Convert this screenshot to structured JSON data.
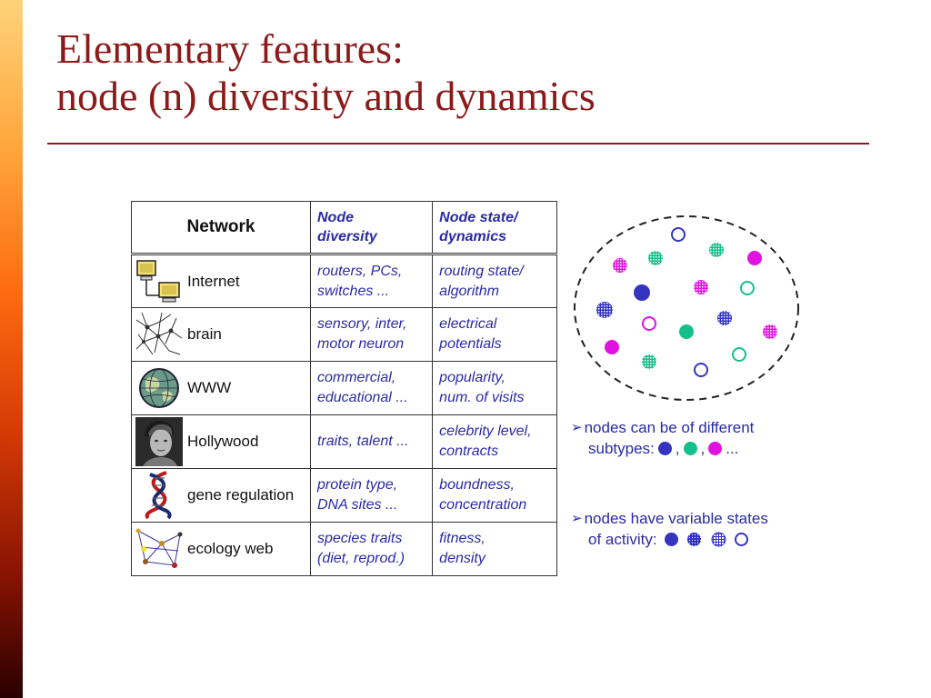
{
  "slide": {
    "title_line1": "Elementary features:",
    "title_line2": "node (n) diversity and dynamics"
  },
  "table": {
    "headers": {
      "network": "Network",
      "diversity_line1": "Node",
      "diversity_line2": "diversity",
      "dynamics_line1": "Node state/",
      "dynamics_line2": "dynamics"
    },
    "rows": [
      {
        "network": "Internet",
        "icon": "computers-icon",
        "div1": "routers, PCs,",
        "div2": "switches ...",
        "dyn1": "routing state/",
        "dyn2": "algorithm"
      },
      {
        "network": "brain",
        "icon": "neurons-icon",
        "div1": "sensory, inter,",
        "div2": "motor neuron",
        "dyn1": "electrical",
        "dyn2": "potentials"
      },
      {
        "network": "WWW",
        "icon": "globe-icon",
        "div1": "commercial,",
        "div2": "educational ...",
        "dyn1": "popularity,",
        "dyn2": "num. of visits"
      },
      {
        "network": "Hollywood",
        "icon": "actor-portrait-icon",
        "div1": "traits, talent ...",
        "div2": "",
        "dyn1": "celebrity level,",
        "dyn2": "contracts"
      },
      {
        "network": "gene regulation",
        "icon": "dna-helix-icon",
        "div1": "protein type,",
        "div2": "DNA sites ...",
        "dyn1": "boundness,",
        "dyn2": "concentration"
      },
      {
        "network": "ecology web",
        "icon": "food-web-icon",
        "div1": "species traits",
        "div2": "(diet, reprod.)",
        "dyn1": "fitness,",
        "dyn2": "density"
      }
    ]
  },
  "notes": {
    "subtypes_line1": "nodes can be of different",
    "subtypes_line2": "subtypes:",
    "subtypes_tail": "...",
    "states_line1": "nodes have variable states",
    "states_line2": "of activity:",
    "comma": ","
  },
  "colors": {
    "title": "#8b1a1a",
    "blue_text": "#2a2aa8",
    "node_blue": "#3434c0",
    "node_green": "#14c08a",
    "node_magenta": "#e012e0"
  }
}
